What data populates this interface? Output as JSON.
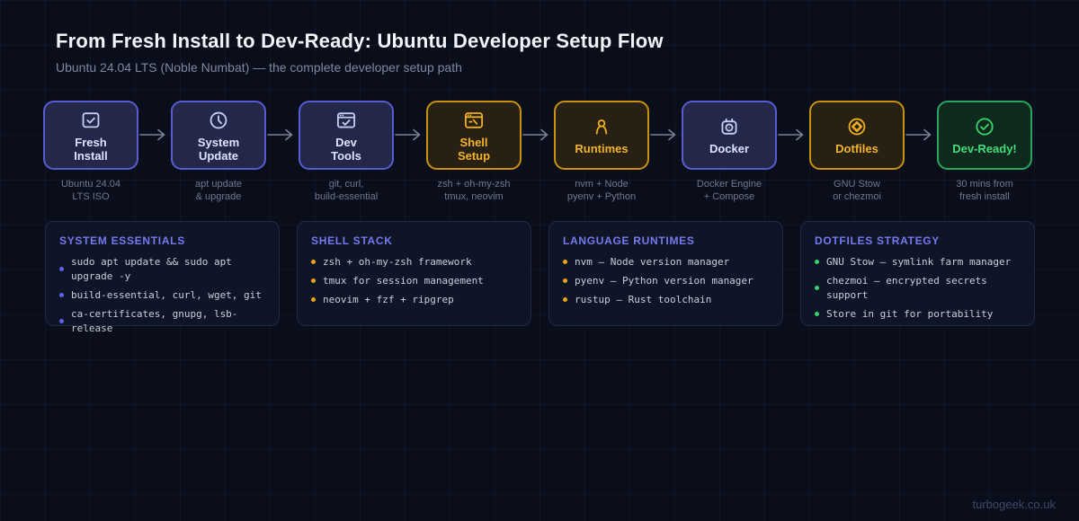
{
  "page": {
    "title": "From Fresh Install to Dev-Ready: Ubuntu Developer Setup Flow",
    "subtitle": "Ubuntu 24.04 LTS (Noble Numbat) — the complete developer setup path",
    "footer": "turbogeek.co.uk"
  },
  "colors": {
    "background": "#0a0e1b",
    "purple_accent": "#575cd0",
    "amber_accent": "#c99110",
    "green_accent": "#28a75f",
    "card_heading": "#7579ee",
    "bullet_purple": "#5f63ea",
    "bullet_amber": "#eda313",
    "bullet_green": "#33d16c",
    "arrow": "#778194"
  },
  "flow": {
    "steps": [
      {
        "theme": "purple",
        "icon": "check-square-icon",
        "label_line1": "Fresh",
        "label_line2": "Install",
        "caption_line1": "Ubuntu 24.04",
        "caption_line2": "LTS ISO"
      },
      {
        "theme": "purple",
        "icon": "clock-icon",
        "label_line1": "System",
        "label_line2": "Update",
        "caption_line1": "apt update",
        "caption_line2": "& upgrade"
      },
      {
        "theme": "purple",
        "icon": "window-check-icon",
        "label_line1": "Dev",
        "label_line2": "Tools",
        "caption_line1": "git, curl,",
        "caption_line2": "build-essential"
      },
      {
        "theme": "amber",
        "icon": "terminal-icon",
        "label_line1": "Shell",
        "label_line2": "Setup",
        "caption_line1": "zsh + oh-my-zsh",
        "caption_line2": "tmux, neovim"
      },
      {
        "theme": "amber",
        "icon": "person-icon",
        "label_line1": "Runtimes",
        "caption_line1": "nvm + Node",
        "caption_line2": "pyenv + Python"
      },
      {
        "theme": "purple",
        "icon": "container-icon",
        "label_line1": "Docker",
        "caption_line1": "Docker Engine",
        "caption_line2": "+ Compose"
      },
      {
        "theme": "amber",
        "icon": "target-icon",
        "label_line1": "Dotfiles",
        "caption_line1": "GNU Stow",
        "caption_line2": "or chezmoi"
      },
      {
        "theme": "green",
        "icon": "check-circle-icon",
        "label_line1": "Dev-Ready!",
        "caption_line1": "30 mins from",
        "caption_line2": "fresh install"
      }
    ]
  },
  "cards": [
    {
      "title": "SYSTEM ESSENTIALS",
      "bullet_color": "#5f63ea",
      "items": [
        "sudo apt update && sudo apt upgrade -y",
        "build-essential, curl, wget, git",
        "ca-certificates, gnupg, lsb-release"
      ]
    },
    {
      "title": "SHELL STACK",
      "bullet_color": "#eda313",
      "items": [
        "zsh + oh-my-zsh framework",
        "tmux for session management",
        "neovim + fzf + ripgrep"
      ]
    },
    {
      "title": "LANGUAGE RUNTIMES",
      "bullet_color": "#eda313",
      "items": [
        "nvm — Node version manager",
        "pyenv — Python version manager",
        "rustup — Rust toolchain"
      ]
    },
    {
      "title": "DOTFILES STRATEGY",
      "bullet_color": "#33d16c",
      "items": [
        "GNU Stow — symlink farm manager",
        "chezmoi — encrypted secrets support",
        "Store in git for portability"
      ]
    }
  ]
}
